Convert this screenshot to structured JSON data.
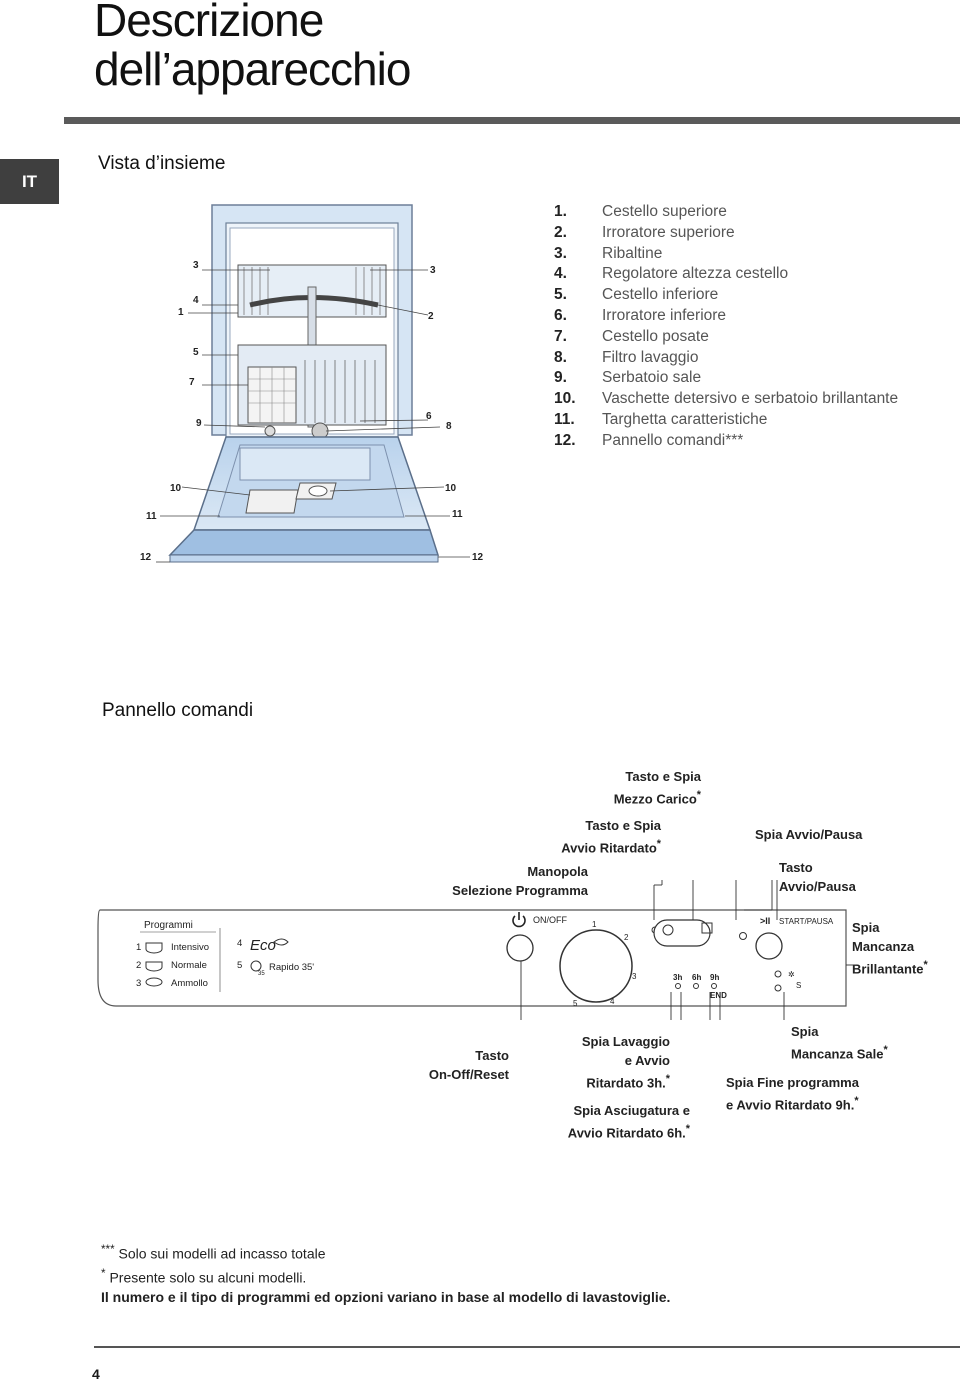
{
  "header": {
    "title_line1": "Descrizione",
    "title_line2": "dell’apparecchio",
    "lang_tab": "IT"
  },
  "overview": {
    "heading": "Vista d’insieme",
    "parts": [
      {
        "num": "1.",
        "label": "Cestello superiore"
      },
      {
        "num": "2.",
        "label": "Irroratore superiore"
      },
      {
        "num": "3.",
        "label": "Ribaltine"
      },
      {
        "num": "4.",
        "label": "Regolatore altezza cestello"
      },
      {
        "num": "5.",
        "label": "Cestello inferiore"
      },
      {
        "num": "6.",
        "label": "Irroratore inferiore"
      },
      {
        "num": "7.",
        "label": "Cestello posate"
      },
      {
        "num": "8.",
        "label": "Filtro lavaggio"
      },
      {
        "num": "9.",
        "label": "Serbatoio sale"
      },
      {
        "num": "10.",
        "label": "Vaschette detersivo e serbatoio brillantante"
      },
      {
        "num": "11.",
        "label": "Targhetta caratteristiche"
      },
      {
        "num": "12.",
        "label": "Pannello comandi***"
      }
    ],
    "callouts": [
      "1",
      "2",
      "3",
      "3",
      "4",
      "5",
      "6",
      "7",
      "8",
      "9",
      "10",
      "10",
      "11",
      "11",
      "12",
      "12"
    ]
  },
  "panel": {
    "heading": "Pannello comandi",
    "labels": {
      "half_load_1": "Tasto e Spia",
      "half_load_2": "Mezzo Carico",
      "delay_1": "Tasto e Spia",
      "delay_2": "Avvio Ritardato",
      "start_led": "Spia Avvio/Pausa",
      "knob_1": "Manopola",
      "knob_2": "Selezione Programma",
      "start_btn_1": "Tasto",
      "start_btn_2": "Avvio/Pausa",
      "rinse_1": "Spia",
      "rinse_2": "Mancanza",
      "rinse_3": "Brillantante",
      "onoff_1": "Tasto",
      "onoff_2": "On-Off/Reset",
      "wash_1": "Spia Lavaggio",
      "wash_2": "e Avvio",
      "wash_3": "Ritardato 3h.",
      "dry_1": "Spia Asciugatura e",
      "dry_2": "Avvio Ritardato 6h.",
      "salt_1": "Spia",
      "salt_2": "Mancanza Sale",
      "end_1": "Spia Fine programma",
      "end_2": "e Avvio Ritardato 9h.",
      "asterisk": "*"
    },
    "printed": {
      "programs_title": "Programmi",
      "programs": [
        {
          "n": "1",
          "name": "Intensivo"
        },
        {
          "n": "2",
          "name": "Normale"
        },
        {
          "n": "3",
          "name": "Ammollo"
        },
        {
          "n": "4",
          "name": "Eco"
        },
        {
          "n": "5",
          "name": "Rapido 35'"
        }
      ],
      "onoff": "ON/OFF",
      "start_pausa": "START/PAUSA",
      "dial_numbers": [
        "1",
        "2",
        "3",
        "4",
        "5"
      ],
      "delays": [
        "3h",
        "6h",
        "9h"
      ],
      "end": "END",
      "salt_s": "S",
      "small_35": "35"
    }
  },
  "footnotes": {
    "line1_mark": "***",
    "line1": "Solo sui modelli ad incasso totale",
    "line2_mark": "*",
    "line2": "Presente solo su alcuni modelli.",
    "line3": "Il numero e il tipo di programmi ed opzioni variano in base al modello di lavastoviglie."
  },
  "page_number": "4",
  "colors": {
    "appliance_blue": "#cfe0f2",
    "appliance_edge": "#5b6f8a",
    "dark_tab": "#3f3f3f"
  }
}
